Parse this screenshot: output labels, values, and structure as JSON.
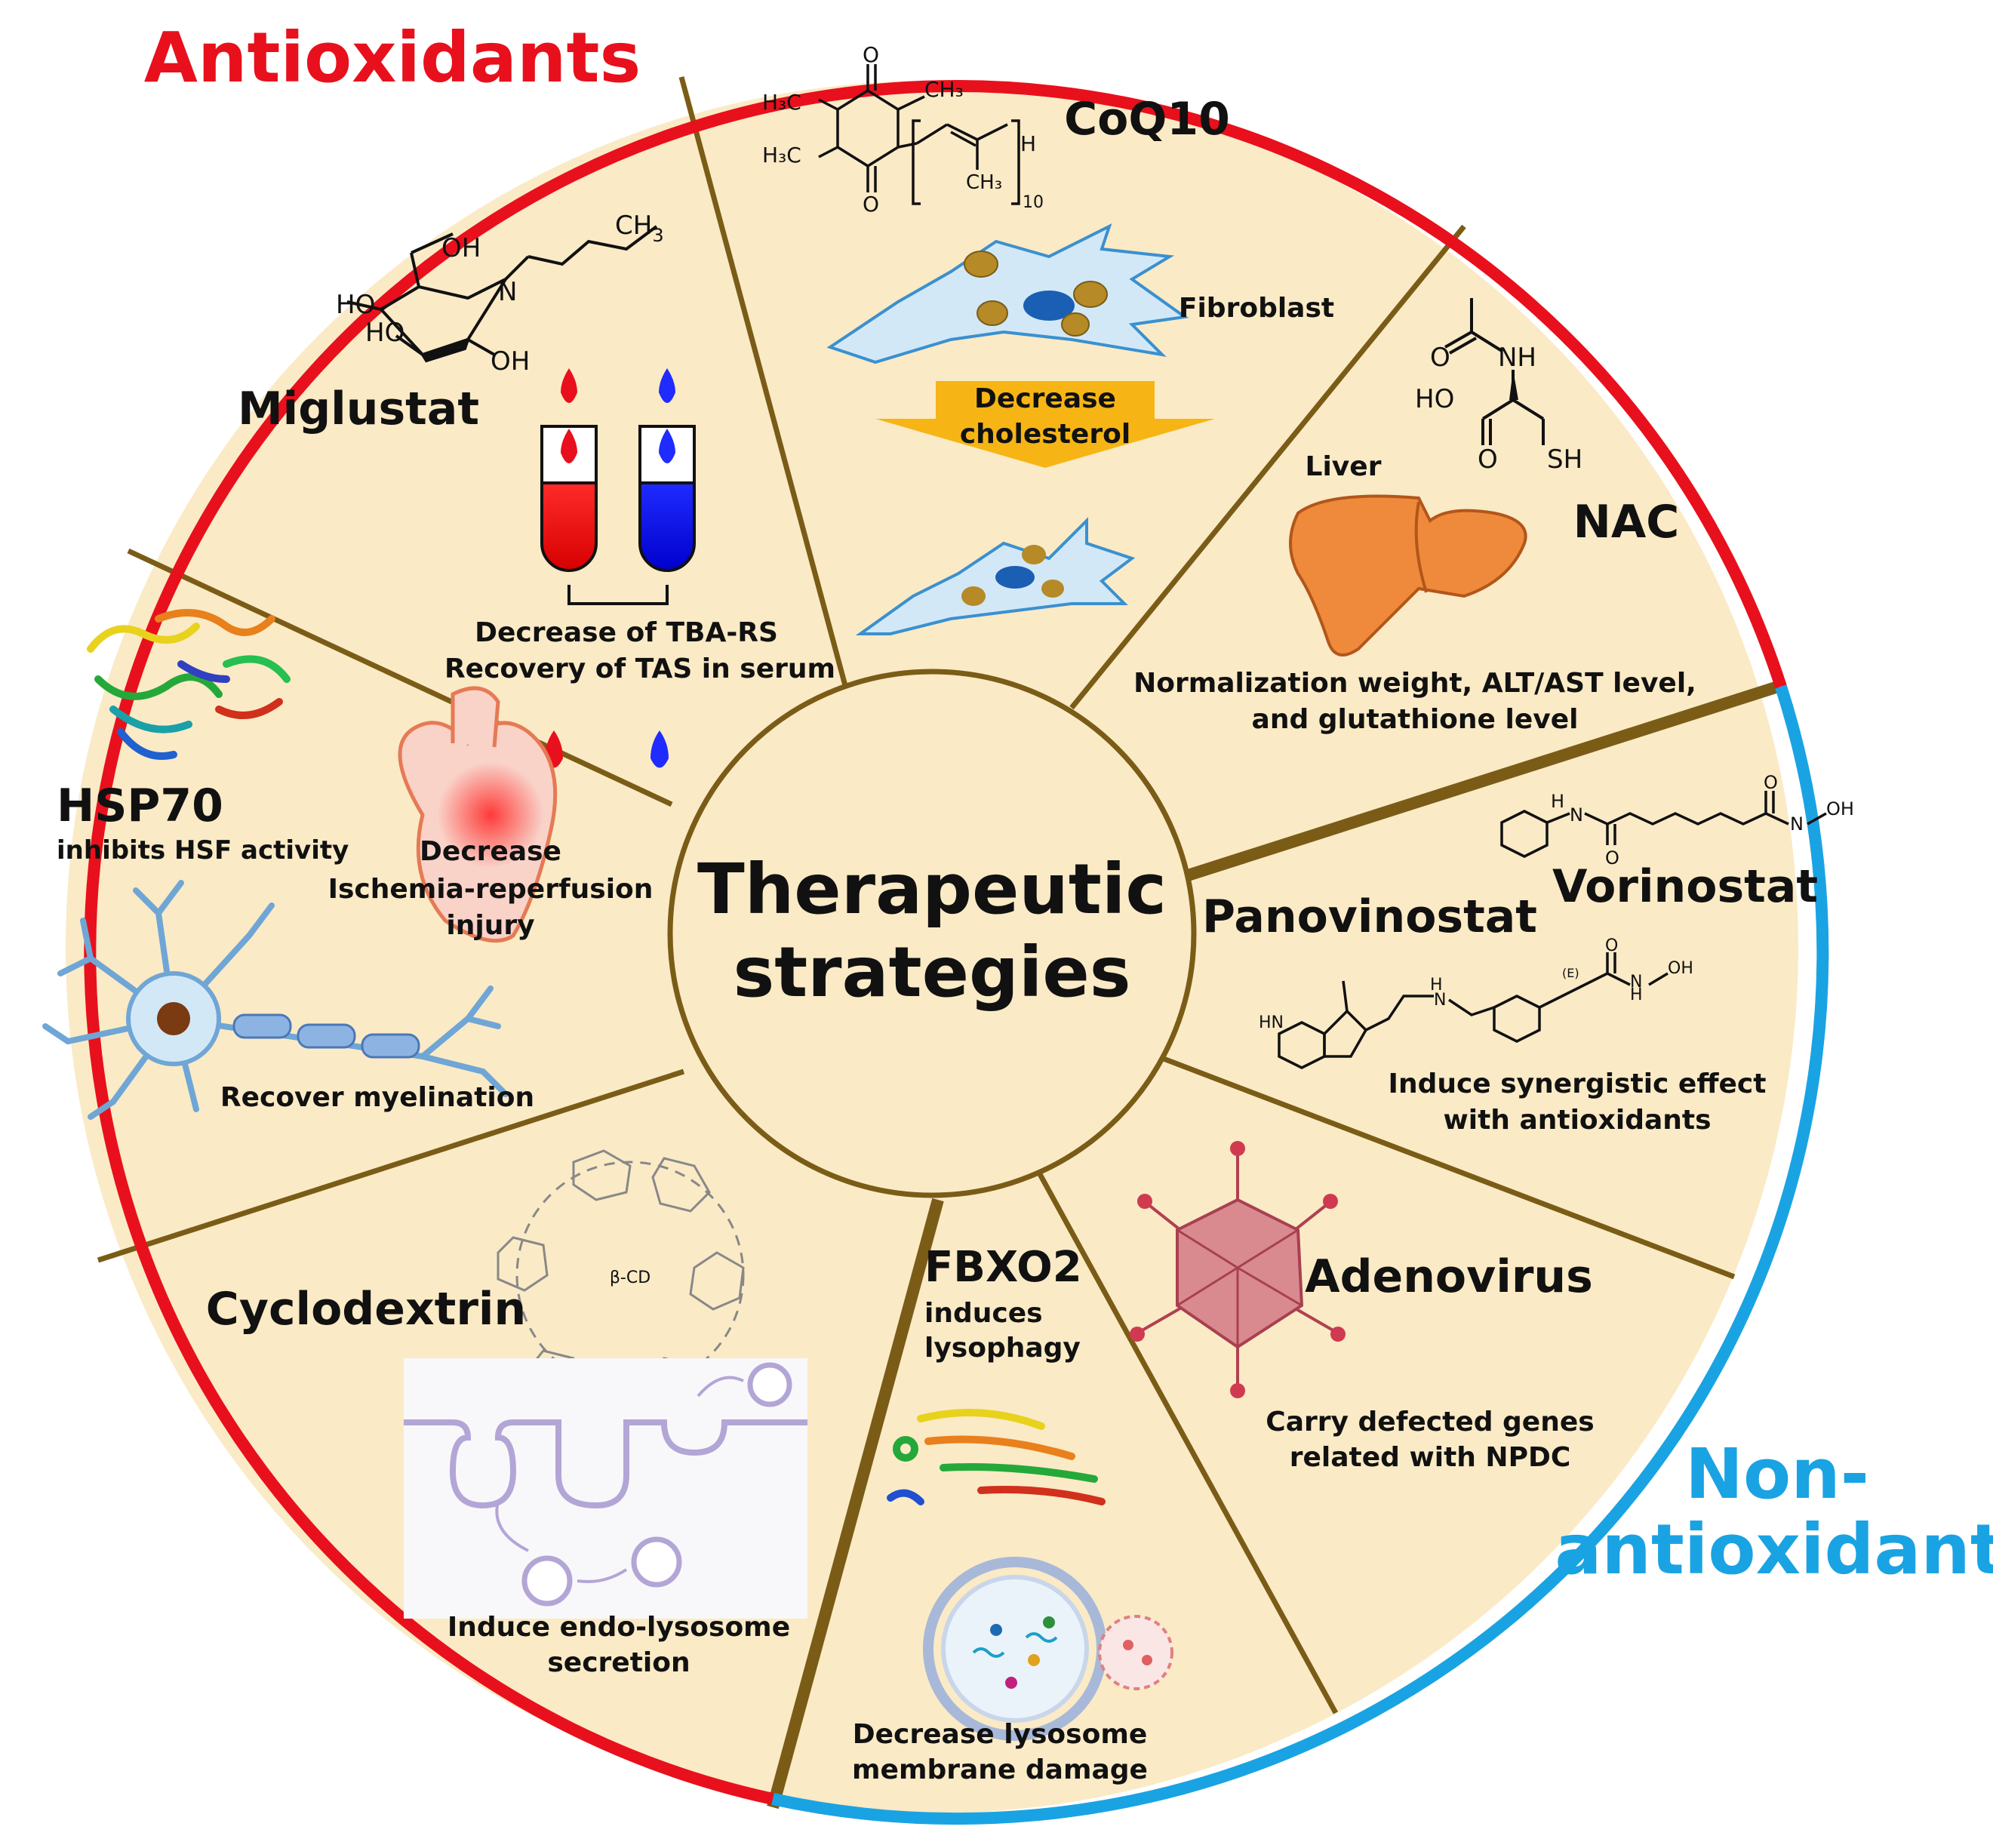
{
  "colors": {
    "panel_fill": "#faeac6",
    "divider": "#7a5c17",
    "antioxidant_ring": "#e8101c",
    "non_antioxidant_ring": "#1aa3e3",
    "title_text": "#111111"
  },
  "group_labels": {
    "antioxidants": "Antioxidants",
    "non_antioxidants_line1": "Non-",
    "non_antioxidants_line2": "antioxidants"
  },
  "center": {
    "line1": "Therapeutic",
    "line2": "strategies"
  },
  "sections": {
    "miglustat": {
      "name": "Miglustat",
      "effect_line1": "Decrease of TBA-RS",
      "effect_line2": "Recovery of TAS in serum",
      "chem": {
        "oh1": "OH",
        "ho1": "HO",
        "ho2": "HO",
        "oh2": "OH",
        "n": "N",
        "ch3": "CH",
        "ch3_sub": "3"
      }
    },
    "coq10": {
      "name": "CoQ10",
      "cell_label": "Fibroblast",
      "arrow_line1": "Decrease",
      "arrow_line2": "cholesterol",
      "chem": {
        "h3c_o1": "H₃C",
        "h3c_o2": "H₃C",
        "o": "O",
        "ch3_top": "CH₃",
        "ch3_bot": "CH₃",
        "h": "H",
        "n10": "10"
      }
    },
    "nac": {
      "name": "NAC",
      "organ_label": "Liver",
      "effect_line1": "Normalization weight, ALT/AST level,",
      "effect_line2": "and glutathione level",
      "chem": {
        "o": "O",
        "nh": "NH",
        "ho": "HO",
        "sh": "SH"
      }
    },
    "hsp70": {
      "name": "HSP70",
      "subtitle": "inhibits HSF activity",
      "heart_line1": "Decrease",
      "heart_line2": "Ischemia-reperfusion",
      "heart_line3": "injury",
      "neuron_label": "Recover myelination"
    },
    "vorinostat": {
      "name": "Vorinostat",
      "chem": {
        "h": "H",
        "n": "N",
        "o": "O",
        "oh": "OH"
      }
    },
    "panovinostat": {
      "name": "Panovinostat",
      "effect_line1": "Induce synergistic effect",
      "effect_line2": "with antioxidants",
      "chem": {
        "hn": "HN",
        "h": "H",
        "n": "N",
        "o": "O",
        "oh": "OH",
        "e": "(E)"
      }
    },
    "cyclodextrin": {
      "name": "Cyclodextrin",
      "chem_label": "β-CD",
      "effect_line1": "Induce endo-lysosome",
      "effect_line2": "secretion"
    },
    "fbxo2": {
      "name": "FBXO2",
      "sub_line1": "induces",
      "sub_line2": "lysophagy",
      "effect_line1": "Decrease lysosome",
      "effect_line2": "membrane damage"
    },
    "adenovirus": {
      "name": "Adenovirus",
      "effect_line1": "Carry defected genes",
      "effect_line2": "related with NPDC"
    }
  }
}
